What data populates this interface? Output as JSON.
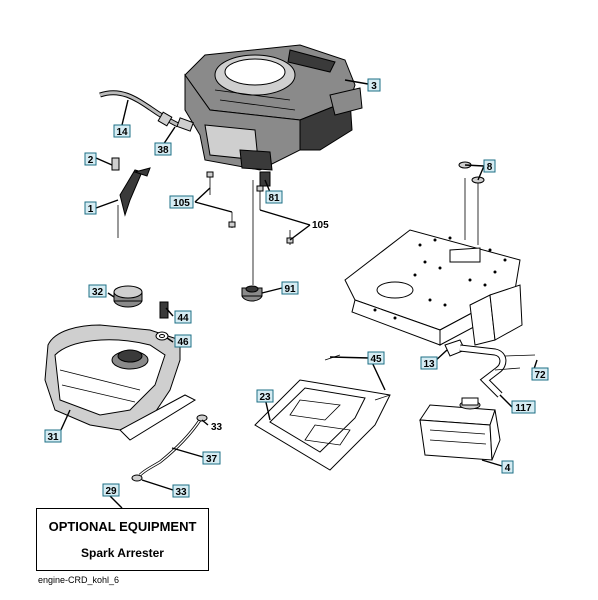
{
  "optional_equipment": {
    "title": "OPTIONAL EQUIPMENT",
    "subtitle": "Spark Arrester"
  },
  "caption": "engine-CRD_kohl_6",
  "callouts": {
    "c3": "3",
    "c14": "14",
    "c38": "38",
    "c2": "2",
    "c1": "1",
    "c105a": "105",
    "c105b": "105",
    "c81": "81",
    "c8": "8",
    "c91": "91",
    "c32": "32",
    "c44": "44",
    "c46": "46",
    "c45": "45",
    "c13": "13",
    "c72": "72",
    "c23": "23",
    "c117": "117",
    "c31": "31",
    "c33a": "33",
    "c37": "37",
    "c4": "4",
    "c29": "29",
    "c33b": "33"
  }
}
